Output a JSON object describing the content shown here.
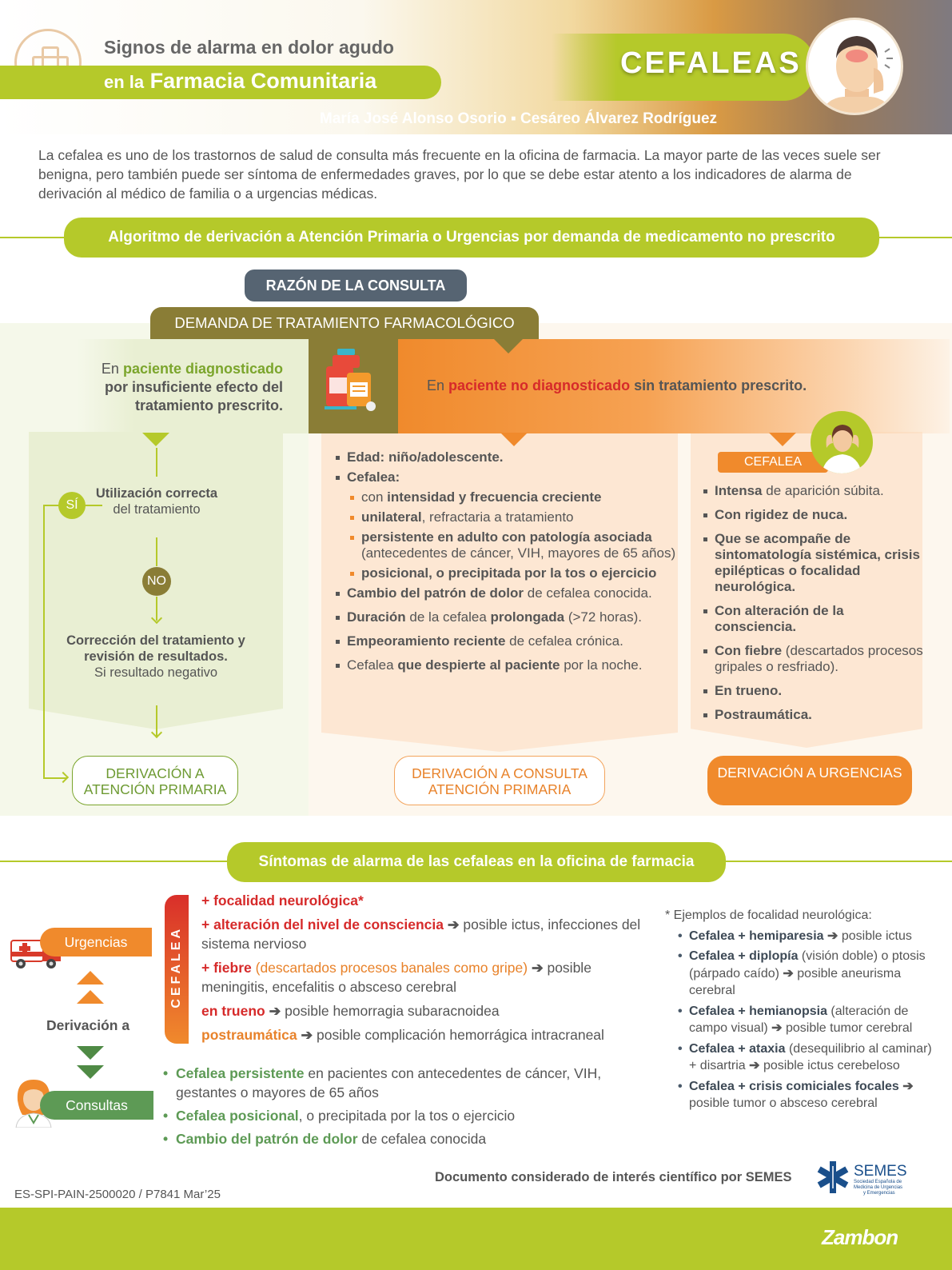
{
  "header": {
    "title_line1": "Signos de alarma en dolor agudo",
    "title_line2_prefix": "en la",
    "title_line2_main": "Farmacia Comunitaria",
    "topic": "CEFALEAS",
    "authors": "María José Alonso Osorio ▪ Cesáreo Álvarez Rodríguez"
  },
  "intro": "La cefalea es uno de los trastornos de salud de consulta más frecuente en la oficina de farmacia. La mayor parte de las veces suele ser benigna, pero también puede ser síntoma de enfermedades graves, por lo que se debe estar atento a los indicadores de alarma de derivación al médico de familia o a urgencias médicas.",
  "algorithm": {
    "title": "Algoritmo de derivación a Atención Primaria o Urgencias por demanda de medicamento no prescrito",
    "reason": "RAZÓN DE LA CONSULTA",
    "demand": "DEMANDA DE TRATAMIENTO FARMACOLÓGICO",
    "diagnosed": {
      "pre": "En ",
      "highlight": "paciente diagnosticado",
      "post": " por insuficiente efecto del tratamiento prescrito."
    },
    "undiagnosed": {
      "pre": "En ",
      "highlight": "paciente no diagnosticado",
      "post": " sin tratamiento prescrito."
    },
    "yes": "SÍ",
    "no": "NO",
    "usage": {
      "bold": "Utilización correcta",
      "normal": "del tratamiento"
    },
    "correction": {
      "bold": "Corrección del tratamiento y revisión de resultados.",
      "normal": "Si resultado negativo"
    },
    "outputs": {
      "primary": "DERIVACIÓN A ATENCIÓN PRIMARIA",
      "consult": "DERIVACIÓN A CONSULTA ATENCIÓN PRIMARIA",
      "emergency": "DERIVACIÓN A URGENCIAS"
    },
    "mid_items": [
      {
        "b1": "Edad: niño/adolescente.",
        "n1": "",
        "b2": "",
        "n2": "",
        "sub": false
      },
      {
        "b1": "Cefalea:",
        "n1": "",
        "b2": "",
        "n2": "",
        "sub": false
      },
      {
        "b1": "",
        "n1": "con ",
        "b2": "intensidad y frecuencia creciente",
        "n2": "",
        "sub": true
      },
      {
        "b1": "unilateral",
        "n1": ", refractaria a tratamiento",
        "b2": "",
        "n2": "",
        "sub": true
      },
      {
        "b1": "persistente en adulto con patología asociada",
        "n1": " (antecedentes de cáncer, VIH, mayores de 65 años)",
        "b2": "",
        "n2": "",
        "sub": true
      },
      {
        "b1": "posicional, o precipitada por la tos o ejercicio",
        "n1": "",
        "b2": "",
        "n2": "",
        "sub": true
      },
      {
        "b1": "Cambio del patrón de dolor",
        "n1": " de cefalea conocida.",
        "b2": "",
        "n2": "",
        "sub": false
      },
      {
        "b1": "Duración",
        "n1": " de la cefalea ",
        "b2": "prolongada",
        "n2": " (>72 horas).",
        "sub": false
      },
      {
        "b1": "Empeoramiento reciente",
        "n1": " de cefalea crónica.",
        "b2": "",
        "n2": "",
        "sub": false
      },
      {
        "b1": "",
        "n1": "Cefalea ",
        "b2": "que despierte al paciente",
        "n2": " por la noche.",
        "sub": false
      }
    ],
    "cefalea_tag": "CEFALEA",
    "right_items": [
      {
        "b": "Intensa",
        "n": " de aparición súbita."
      },
      {
        "b": "Con rigidez de nuca.",
        "n": ""
      },
      {
        "b": "Que se acompañe de sintomatología sistémica, crisis epilépticas o focalidad neurológica.",
        "n": ""
      },
      {
        "b": "Con alteración de la consciencia.",
        "n": ""
      },
      {
        "b": "Con fiebre",
        "n": " (descartados procesos gripales o resfriado)."
      },
      {
        "b": "En trueno.",
        "n": ""
      },
      {
        "b": "Postraumática.",
        "n": ""
      }
    ]
  },
  "symptoms": {
    "title": "Síntomas de alarma de las cefaleas en la oficina de farmacia",
    "urgencias": "Urgencias",
    "derivacion": "Derivación a",
    "consultas": "Consultas",
    "cefalea_vertical": "CEFALEA",
    "alarms": [
      {
        "red": "+ focalidad neurológica*",
        "orange": "",
        "arrow": false,
        "text": ""
      },
      {
        "red": "+ alteración del nivel de consciencia",
        "orange": "",
        "arrow": true,
        "text": "posible ictus, infecciones del sistema nervioso"
      },
      {
        "red": "+ fiebre",
        "orange": " (descartados procesos banales como gripe)",
        "arrow": true,
        "text": "posible meningitis, encefalitis o absceso cerebral"
      },
      {
        "red": "en trueno",
        "orange": "",
        "arrow": true,
        "text": "posible hemorragia subaracnoidea"
      },
      {
        "red": "",
        "orange": "postraumática",
        "arrow": true,
        "text": "posible complicación hemorrágica intracraneal"
      }
    ],
    "green_items": [
      {
        "b": "Cefalea persistente",
        "n": " en pacientes con antecedentes de cáncer, VIH, gestantes o mayores de 65 años"
      },
      {
        "b": "Cefalea posicional",
        "n": ", o precipitada por la tos o ejercicio"
      },
      {
        "b": "Cambio del patrón de dolor",
        "n": " de cefalea conocida"
      }
    ],
    "focal_title": "* Ejemplos de focalidad neurológica:",
    "focal_items": [
      {
        "b": "Cefalea + hemiparesia",
        "n": "",
        "r": "posible ictus"
      },
      {
        "b": "Cefalea + diplopía",
        "n": " (visión doble) o ptosis (párpado caído)",
        "r": "posible aneurisma cerebral"
      },
      {
        "b": "Cefalea + hemianopsia",
        "n": " (alteración de campo visual)",
        "r": "posible tumor cerebral"
      },
      {
        "b": "Cefalea + ataxia",
        "n": " (desequilibrio al caminar) + disartria",
        "r": "posible ictus cerebeloso"
      },
      {
        "b": "Cefalea + crisis comiciales focales",
        "n": "",
        "r": "posible tumor o absceso cerebral"
      }
    ]
  },
  "footer": {
    "note": "Documento considerado de interés científico por SEMES",
    "code": "ES-SPI-PAIN-2500020 / P7841 Mar’25",
    "semes": "SEMES",
    "semes_sub": "Sociedad Española de Medicina de Urgencias y Emergencias",
    "brand": "Zambon"
  },
  "colors": {
    "lime": "#b5c92a",
    "orange": "#f08a2c",
    "olive": "#8a7d36",
    "red": "#d62a2a",
    "green": "#5d9a55"
  },
  "icons": [
    "pharmacy-cross-icon",
    "headache-face-icon",
    "medicine-bottles-icon",
    "woman-headache-icon",
    "ambulance-icon",
    "doctor-icon",
    "semes-star-of-life-icon"
  ]
}
